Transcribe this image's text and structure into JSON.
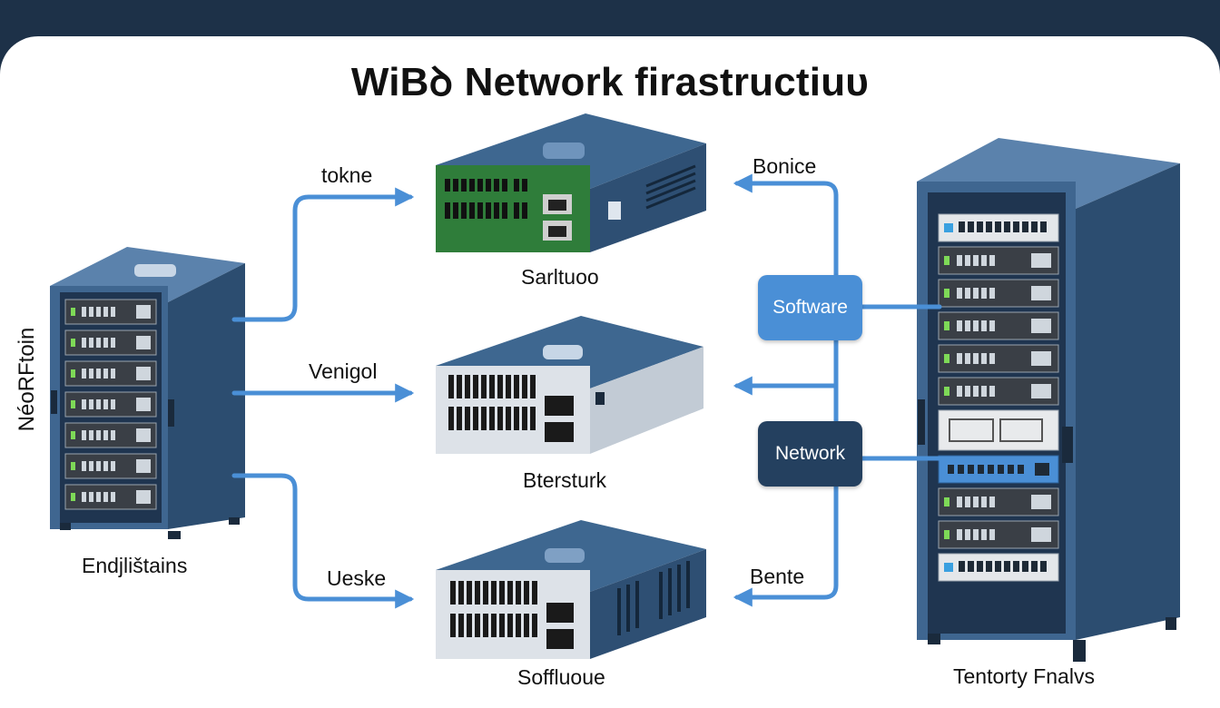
{
  "title": "WiBꝺ Network firastructiuᴜ",
  "side_label": "NéoRFtoin",
  "left_rack_caption": "Endjlištains",
  "right_rack_caption": "Tentorty Fnalvs",
  "devices": [
    {
      "arrow_label_left": "tokne",
      "caption": "Sarltuoo",
      "arrow_label_right": "Bonice"
    },
    {
      "arrow_label_left": "Venigol",
      "caption": "Btersturk",
      "arrow_label_right": ""
    },
    {
      "arrow_label_left": "Ueske",
      "caption": "Soffluoue",
      "arrow_label_right": "Bente"
    }
  ],
  "badges": {
    "software": "Software",
    "network": "Network"
  },
  "colors": {
    "header_bg": "#1d3148",
    "arrow": "#4a8fd6",
    "rack_body": "#3f6690",
    "rack_dark": "#1f3550",
    "software_badge": "#4a8fd6",
    "network_badge": "#24405f",
    "pcb_green": "#2f7d3a"
  }
}
